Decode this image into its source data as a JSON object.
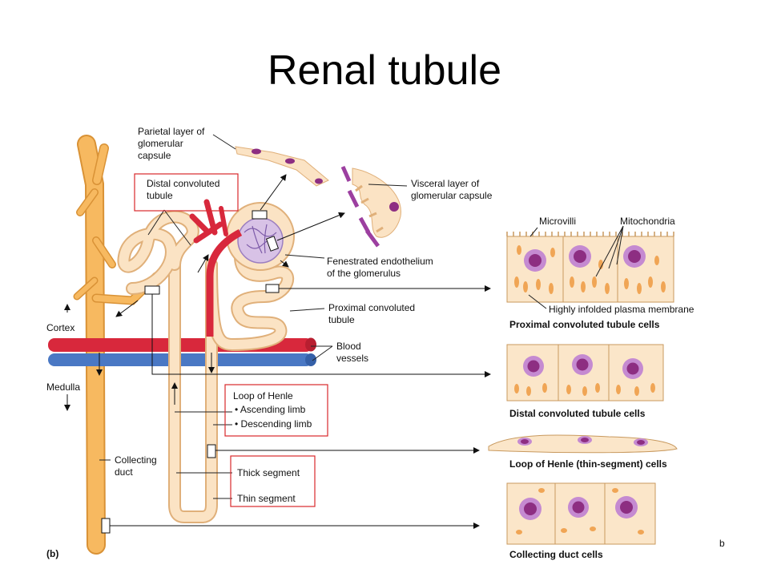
{
  "title": "Renal tubule",
  "labels": {
    "parietal_layer": [
      "Parietal layer of",
      "glomerular",
      "capsule"
    ],
    "distal_convoluted": [
      "Distal convoluted",
      "tubule"
    ],
    "visceral_layer": [
      "Visceral layer of",
      "glomerular capsule"
    ],
    "fenestrated": [
      "Fenestrated endothelium",
      "of the glomerulus"
    ],
    "proximal_convoluted": [
      "Proximal convoluted",
      "tubule"
    ],
    "blood_vessels": [
      "Blood",
      "vessels"
    ],
    "cortex": "Cortex",
    "medulla": "Medulla",
    "loop_of_henle": "Loop of Henle",
    "ascending_limb": "• Ascending limb",
    "descending_limb": "• Descending limb",
    "collecting_duct": [
      "Collecting",
      "duct"
    ],
    "thick_segment": "Thick segment",
    "thin_segment": "Thin segment",
    "panel_letter": "(b)",
    "microvilli": "Microvilli",
    "mitochondria": "Mitochondria",
    "infolded_membrane": "Highly infolded plasma membrane",
    "corner_mark": "b"
  },
  "cells": {
    "proximal": "Proximal convoluted tubule cells",
    "distal": "Distal convoluted tubule cells",
    "loop_thin": "Loop of Henle (thin-segment) cells",
    "collecting": "Collecting duct cells"
  },
  "colors": {
    "tubule_fill": "#fbe3c4",
    "tubule_stroke": "#e0b07a",
    "duct_fill": "#f7b960",
    "duct_stroke": "#d99236",
    "artery": "#d8283c",
    "vein": "#4a78c4",
    "nucleus": "#8d2e82",
    "nucleus_ring": "#c58ad1",
    "cytoplasm": "#fbe6c9",
    "mitochondria": "#f0a555",
    "highlight_box": "#d8282b"
  }
}
